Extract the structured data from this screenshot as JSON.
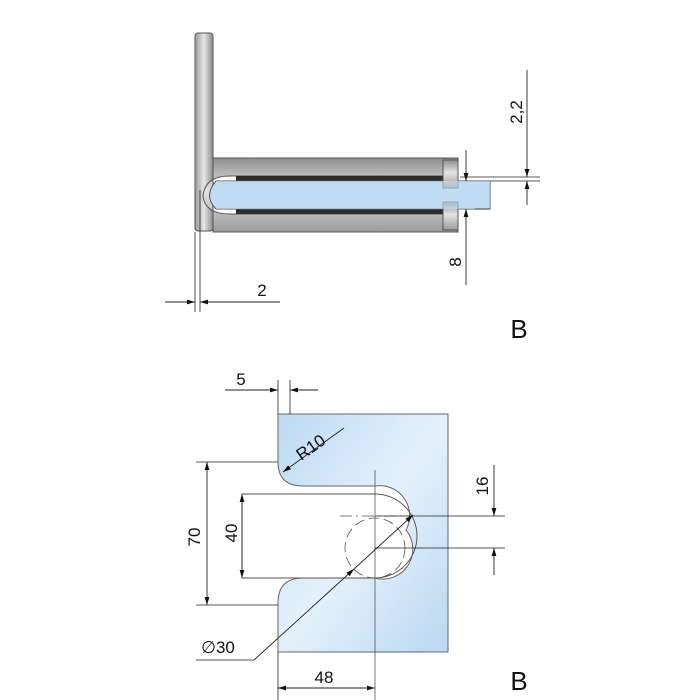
{
  "top_view": {
    "label": "B",
    "dim_gap": "2,2",
    "dim_glass": "8",
    "dim_offset": "2"
  },
  "bottom_view": {
    "label": "B",
    "dim_top_offset": "5",
    "dim_radius": "R10",
    "dim_height_outer": "70",
    "dim_height_inner": "40",
    "dim_hole_offset": "16",
    "dim_diameter": "∅30",
    "dim_width": "48"
  },
  "colors": {
    "glass_light": "#dcecfa",
    "glass_mid": "#b5d6f2",
    "metal_light": "#d4d4d4",
    "metal_dark": "#8e8e8e",
    "line": "#222222"
  }
}
